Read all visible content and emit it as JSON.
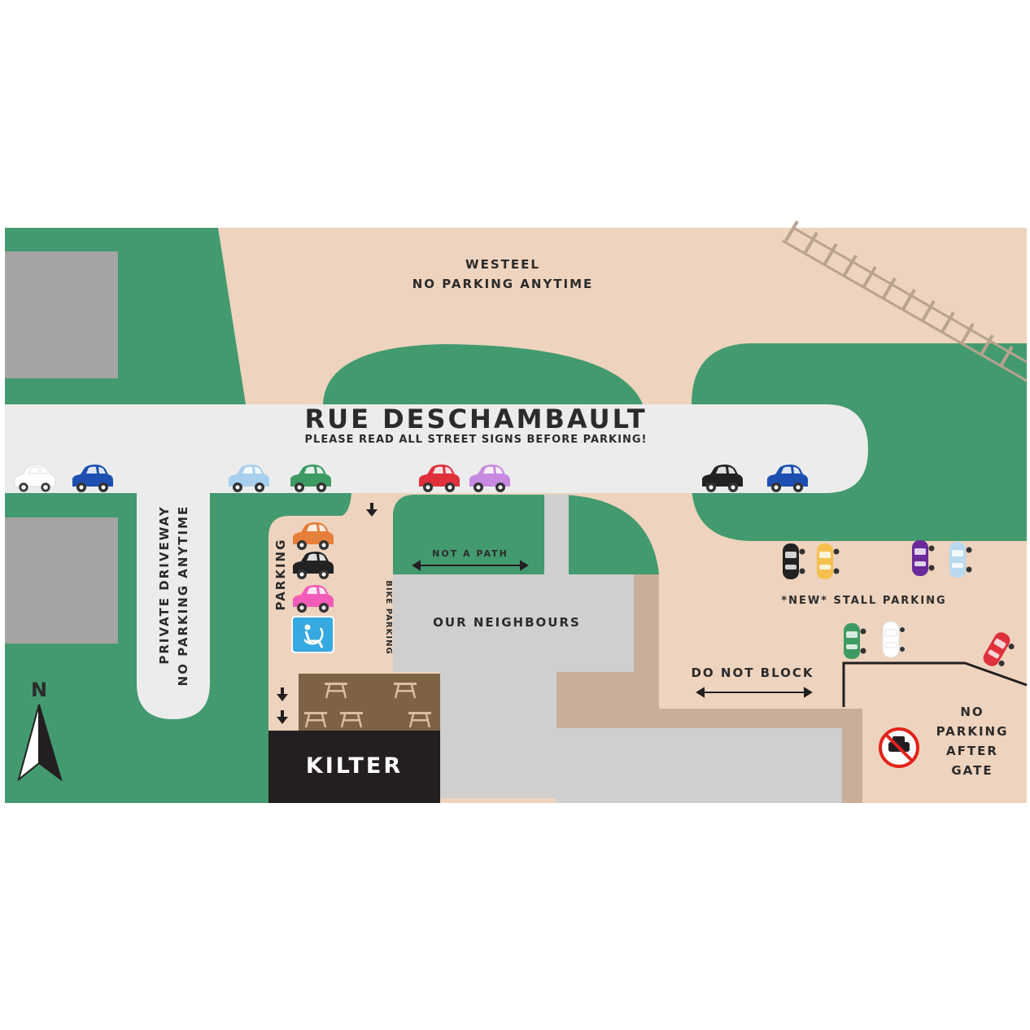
{
  "labels": {
    "westeel_name": "WESTEEL",
    "westeel_rule": "NO PARKING ANYTIME",
    "street_name": "RUE DESCHAMBAULT",
    "street_notice": "PLEASE READ ALL STREET SIGNS BEFORE PARKING!",
    "driveway_name": "PRIVATE DRIVEWAY",
    "driveway_rule": "NO PARKING ANYTIME",
    "parking": "PARKING",
    "bike_parking": "BIKE PARKING",
    "not_a_path": "NOT A PATH",
    "neighbours": "OUR NEIGHBOURS",
    "stall_parking": "*NEW* STALL PARKING",
    "do_not_block": "DO NOT BLOCK",
    "no_parking_gate": [
      "NO",
      "PARKING",
      "AFTER",
      "GATE"
    ],
    "venue": "KILTER",
    "north": "N"
  },
  "colors": {
    "grass": "#439a6f",
    "sand": "#eed3be",
    "road": "#ececec",
    "building": "#a4a4a4",
    "neighbour_lot": "#cfcfcf",
    "tan_path": "#c9ae9a",
    "patio": "#7d6245",
    "venue": "#231f20",
    "rail": "#b8a38f",
    "accessible_sign": "#36a9e1",
    "no_parking_sign": "#e2231a"
  },
  "street_cars": [
    "white",
    "blue",
    "light-blue",
    "green",
    "red",
    "purple",
    "black",
    "blue"
  ],
  "lot_cars": [
    "orange",
    "black",
    "pink"
  ],
  "stall_cars": [
    "black",
    "yellow",
    "purple",
    "light-blue",
    "green",
    "white",
    "red"
  ],
  "icons": [
    "accessible-parking-icon",
    "no-parking-icon",
    "north-arrow-icon",
    "picnic-table-icon",
    "down-arrow-icon"
  ]
}
